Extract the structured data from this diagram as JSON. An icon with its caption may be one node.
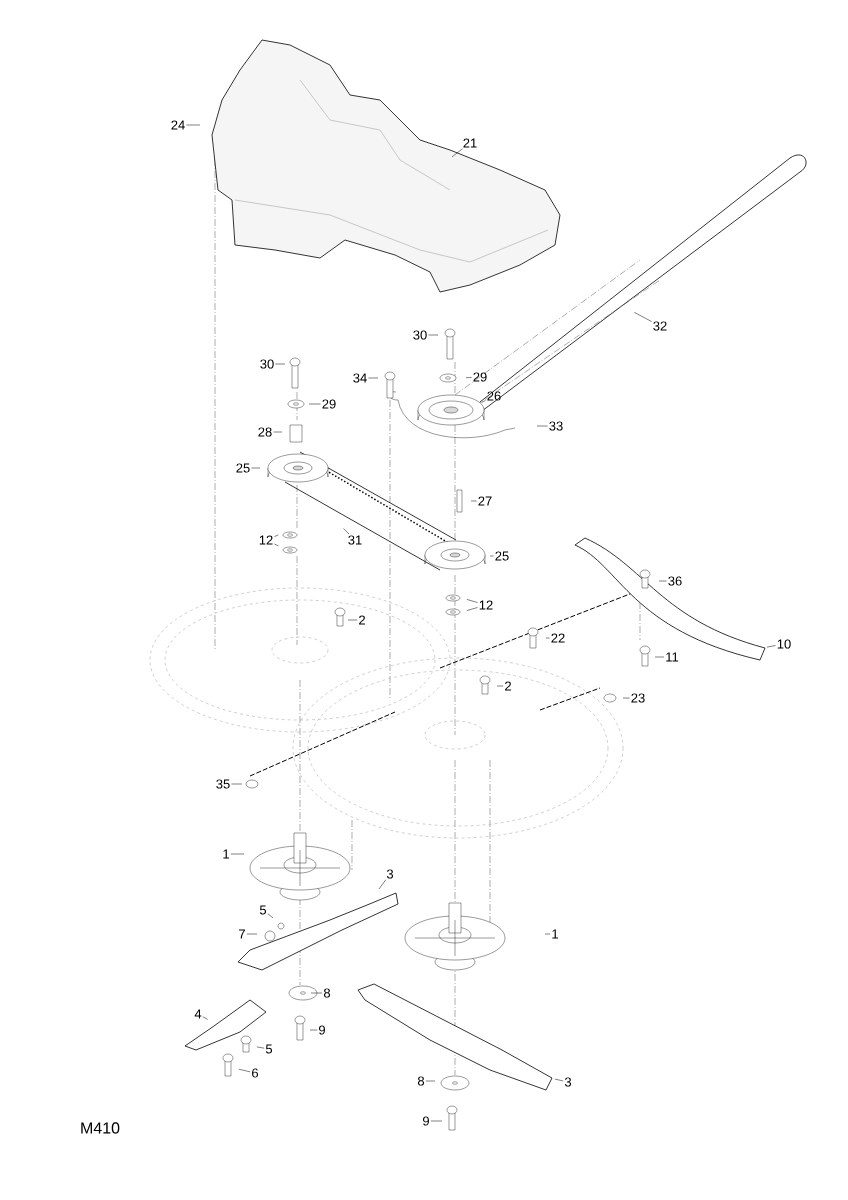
{
  "diagram": {
    "nodes": [
      {
        "text": [
          "24"
        ]
      },
      {
        "text": [
          "21"
        ]
      },
      {
        "text": [
          "32"
        ]
      },
      {
        "text": [
          "30"
        ]
      },
      {
        "text": [
          "30"
        ]
      },
      {
        "text": [
          "34"
        ]
      },
      {
        "text": [
          "29"
        ]
      },
      {
        "text": [
          "29"
        ]
      },
      {
        "text": [
          "26"
        ]
      },
      {
        "text": [
          "33"
        ]
      },
      {
        "text": [
          "28"
        ]
      },
      {
        "text": [
          "25"
        ]
      },
      {
        "text": [
          "27"
        ]
      },
      {
        "text": [
          "12"
        ]
      },
      {
        "text": [
          "31"
        ]
      },
      {
        "text": [
          "25"
        ]
      },
      {
        "text": [
          "36"
        ]
      },
      {
        "text": [
          "12"
        ]
      },
      {
        "text": [
          "2"
        ]
      },
      {
        "text": [
          "22"
        ]
      },
      {
        "text": [
          "10"
        ]
      },
      {
        "text": [
          "11"
        ]
      },
      {
        "text": [
          "2"
        ]
      },
      {
        "text": [
          "23"
        ]
      },
      {
        "text": [
          "35"
        ]
      },
      {
        "text": [
          "1"
        ]
      },
      {
        "text": [
          "3"
        ]
      },
      {
        "text": [
          "5"
        ]
      },
      {
        "text": [
          "7"
        ]
      },
      {
        "text": [
          "1"
        ]
      },
      {
        "text": [
          "8"
        ]
      },
      {
        "text": [
          "4"
        ]
      },
      {
        "text": [
          "9"
        ]
      },
      {
        "text": [
          "5"
        ]
      },
      {
        "text": [
          "6"
        ]
      },
      {
        "text": [
          "8"
        ]
      },
      {
        "text": [
          "3"
        ]
      },
      {
        "text": [
          "9"
        ]
      }
    ],
    "edges": [
      {
        "from": 0,
        "to": null,
        "arrow": "none"
      },
      {
        "from": 1,
        "to": null,
        "arrow": "none"
      },
      {
        "from": 2,
        "to": null,
        "arrow": "none"
      },
      {
        "from": 3,
        "to": null,
        "arrow": "none"
      },
      {
        "from": 4,
        "to": null,
        "arrow": "none"
      },
      {
        "from": 5,
        "to": null,
        "arrow": "none"
      },
      {
        "from": 6,
        "to": null,
        "arrow": "none"
      },
      {
        "from": 7,
        "to": null,
        "arrow": "none"
      },
      {
        "from": 8,
        "to": null,
        "arrow": "none"
      },
      {
        "from": 9,
        "to": null,
        "arrow": "none"
      },
      {
        "from": 10,
        "to": null,
        "arrow": "none"
      },
      {
        "from": 11,
        "to": null,
        "arrow": "none"
      },
      {
        "from": 12,
        "to": null,
        "arrow": "none"
      },
      {
        "from": 13,
        "to": null,
        "arrow": "none"
      },
      {
        "from": 13,
        "to": null,
        "arrow": "none"
      },
      {
        "from": 14,
        "to": null,
        "arrow": "none"
      },
      {
        "from": 15,
        "to": null,
        "arrow": "none"
      },
      {
        "from": 16,
        "to": null,
        "arrow": "none"
      },
      {
        "from": 17,
        "to": null,
        "arrow": "none"
      },
      {
        "from": 17,
        "to": null,
        "arrow": "none"
      },
      {
        "from": 18,
        "to": null,
        "arrow": "none"
      },
      {
        "from": 19,
        "to": null,
        "arrow": "none"
      },
      {
        "from": 20,
        "to": null,
        "arrow": "none"
      },
      {
        "from": 21,
        "to": null,
        "arrow": "none"
      },
      {
        "from": 22,
        "to": null,
        "arrow": "none"
      },
      {
        "from": 23,
        "to": null,
        "arrow": "none"
      },
      {
        "from": 24,
        "to": null,
        "arrow": "none"
      },
      {
        "from": 25,
        "to": null,
        "arrow": "none"
      },
      {
        "from": 26,
        "to": null,
        "arrow": "none"
      },
      {
        "from": 27,
        "to": null,
        "arrow": "none"
      },
      {
        "from": 28,
        "to": null,
        "arrow": "none"
      },
      {
        "from": 29,
        "to": null,
        "arrow": "none"
      },
      {
        "from": 30,
        "to": null,
        "arrow": "none"
      },
      {
        "from": 31,
        "to": null,
        "arrow": "none"
      },
      {
        "from": 32,
        "to": null,
        "arrow": "none"
      },
      {
        "from": 33,
        "to": null,
        "arrow": "none"
      },
      {
        "from": 34,
        "to": null,
        "arrow": "none"
      },
      {
        "from": 35,
        "to": null,
        "arrow": "none"
      },
      {
        "from": 36,
        "to": null,
        "arrow": "none"
      },
      {
        "from": 37,
        "to": null,
        "arrow": "none"
      }
    ],
    "labels": [
      "M410"
    ]
  }
}
